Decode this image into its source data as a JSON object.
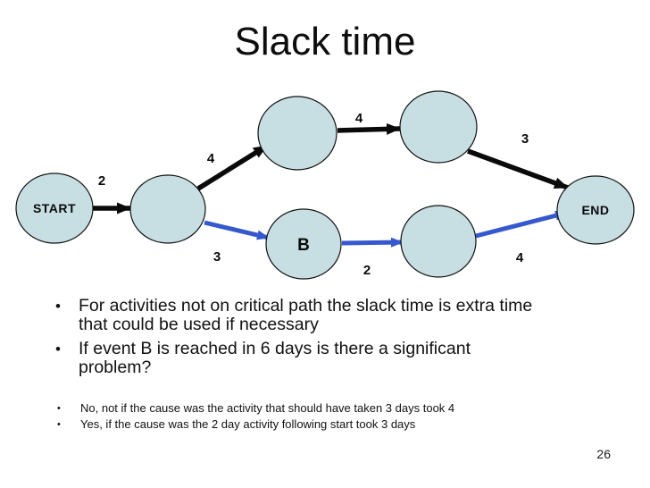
{
  "slide": {
    "title": "Slack time",
    "page_number": "26"
  },
  "diagram": {
    "colors": {
      "node_fill": "#c7dfe2",
      "node_border": "#111111",
      "critical_path_arrow": "#0a0a0a",
      "slack_path_arrow": "#3558cf"
    },
    "nodes": [
      {
        "id": "start",
        "label": "START"
      },
      {
        "id": "after-start",
        "label": ""
      },
      {
        "id": "top-left",
        "label": ""
      },
      {
        "id": "top-right",
        "label": ""
      },
      {
        "id": "b",
        "label": "B"
      },
      {
        "id": "bottom-right",
        "label": ""
      },
      {
        "id": "end",
        "label": "END"
      }
    ],
    "edges": [
      {
        "from": "start",
        "to": "after-start",
        "weight": "2",
        "color": "black"
      },
      {
        "from": "after-start",
        "to": "top-left",
        "weight": "4",
        "color": "black"
      },
      {
        "from": "top-left",
        "to": "top-right",
        "weight": "4",
        "color": "black"
      },
      {
        "from": "top-right",
        "to": "end",
        "weight": "3",
        "color": "black"
      },
      {
        "from": "after-start",
        "to": "b",
        "weight": "3",
        "color": "blue"
      },
      {
        "from": "b",
        "to": "bottom-right",
        "weight": "2",
        "color": "blue"
      },
      {
        "from": "bottom-right",
        "to": "end",
        "weight": "4",
        "color": "blue"
      }
    ]
  },
  "bullets": {
    "marker": "•",
    "main": [
      {
        "lines": [
          "For activities not on critical path the slack time is extra time",
          "that could be used if necessary"
        ]
      },
      {
        "lines": [
          "If event B is reached in 6 days is there a significant",
          "problem?"
        ]
      }
    ],
    "sub": [
      "No, not if the cause was the activity that should have taken 3 days took 4",
      "Yes, if the cause was the 2 day activity following start took 3 days"
    ]
  }
}
